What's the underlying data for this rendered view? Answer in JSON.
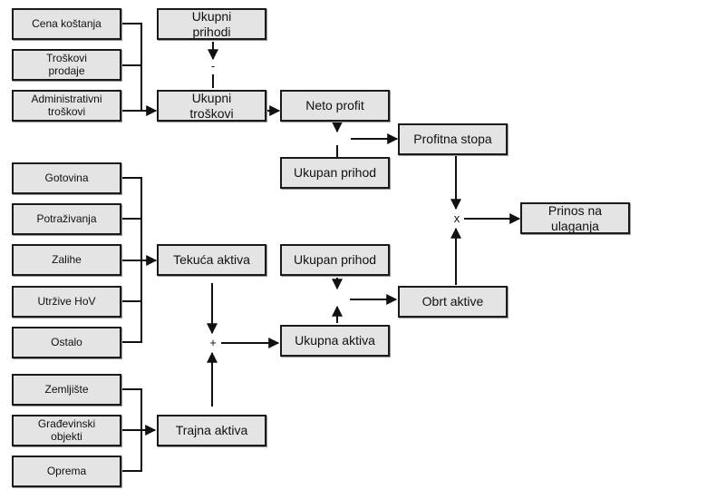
{
  "boxes": {
    "cena_kostanja": "Cena koštanja",
    "troskovi_prodaje": "Troškovi\nprodaje",
    "administrativni_troskovi": "Administrativni\ntroškovi",
    "ukupni_prihodi": "Ukupni\nprihodi",
    "ukupni_troskovi": "Ukupni\ntroškovi",
    "neto_profit": "Neto profit",
    "profitna_stopa": "Profitna stopa",
    "ukupan_prihod_1": "Ukupan prihod",
    "prinos_na_ulaganja": "Prinos na\nulaganja",
    "gotovina": "Gotovina",
    "potrazivanja": "Potraživanja",
    "zalihe": "Zalihe",
    "tekuca_aktiva": "Tekuća aktiva",
    "ukupan_prihod_2": "Ukupan prihod",
    "utrzive_hov": "Utržive HoV",
    "obrt_aktive": "Obrt aktive",
    "ostalo": "Ostalo",
    "ukupna_aktiva": "Ukupna aktiva",
    "zemljiste": "Zemljište",
    "gradjevinski_objekti": "Građevinski\nobjekti",
    "trajna_aktiva": "Trajna aktiva",
    "oprema": "Oprema"
  },
  "operators": {
    "minus": "-",
    "multiply": "x",
    "plus": "+"
  },
  "colors": {
    "box_fill": "#e4e4e4",
    "box_border": "#1a1a1a",
    "line": "#111111"
  }
}
